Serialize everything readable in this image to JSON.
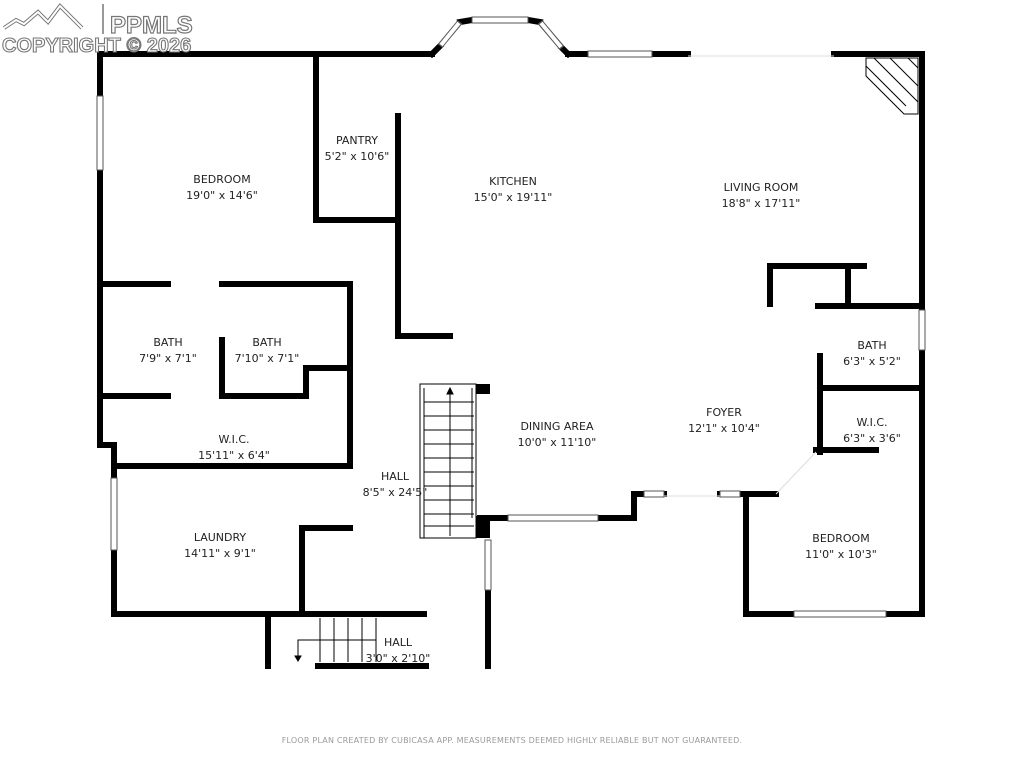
{
  "watermark": {
    "brand": "PPMLS",
    "copyright": "COPYRIGHT © 2026",
    "logo_icon": "mountain-logo-icon"
  },
  "rooms": [
    {
      "id": "bedroom-1",
      "name": "BEDROOM",
      "dimensions": "19'0\" x 14'6\""
    },
    {
      "id": "pantry",
      "name": "PANTRY",
      "dimensions": "5'2\" x 10'6\""
    },
    {
      "id": "kitchen",
      "name": "KITCHEN",
      "dimensions": "15'0\" x 19'11\""
    },
    {
      "id": "living-room",
      "name": "LIVING ROOM",
      "dimensions": "18'8\" x 17'11\""
    },
    {
      "id": "bath-1",
      "name": "BATH",
      "dimensions": "7'9\" x 7'1\""
    },
    {
      "id": "bath-2",
      "name": "BATH",
      "dimensions": "7'10\" x 7'1\""
    },
    {
      "id": "wic-1",
      "name": "W.I.C.",
      "dimensions": "15'11\" x 6'4\""
    },
    {
      "id": "hall-1",
      "name": "HALL",
      "dimensions": "8'5\" x 24'5\""
    },
    {
      "id": "laundry",
      "name": "LAUNDRY",
      "dimensions": "14'11\" x 9'1\""
    },
    {
      "id": "hall-2",
      "name": "HALL",
      "dimensions": "3'0\" x 2'10\""
    },
    {
      "id": "dining-area",
      "name": "DINING AREA",
      "dimensions": "10'0\" x 11'10\""
    },
    {
      "id": "foyer",
      "name": "FOYER",
      "dimensions": "12'1\" x 10'4\""
    },
    {
      "id": "bath-3",
      "name": "BATH",
      "dimensions": "6'3\" x 5'2\""
    },
    {
      "id": "wic-2",
      "name": "W.I.C.",
      "dimensions": "6'3\" x 3'6\""
    },
    {
      "id": "bedroom-2",
      "name": "BEDROOM",
      "dimensions": "11'0\" x 10'3\""
    }
  ],
  "footer": {
    "disclaimer": "FLOOR PLAN CREATED BY CUBICASA APP. MEASUREMENTS DEEMED HIGHLY RELIABLE BUT NOT GUARANTEED."
  },
  "colors": {
    "wall": "#000000",
    "background": "#ffffff",
    "text": "#222222",
    "footer_text": "#9a9a9a"
  }
}
